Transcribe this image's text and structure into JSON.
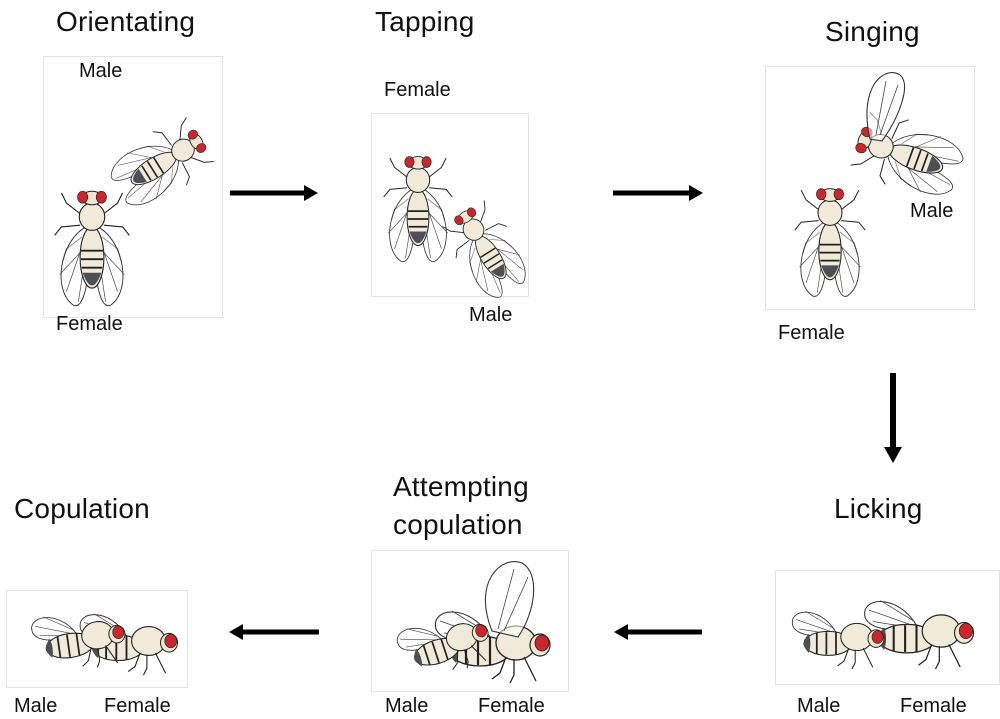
{
  "stages": {
    "orientating": {
      "title": "Orientating",
      "male": "Male",
      "female": "Female"
    },
    "tapping": {
      "title": "Tapping",
      "male": "Male",
      "female": "Female"
    },
    "singing": {
      "title": "Singing",
      "male": "Male",
      "female": "Female"
    },
    "licking": {
      "title": "Licking",
      "male": "Male",
      "female": "Female"
    },
    "attempting": {
      "title_line1": "Attempting",
      "title_line2": "copulation",
      "male": "Male",
      "female": "Female"
    },
    "copulation": {
      "title": "Copulation",
      "male": "Male",
      "female": "Female"
    }
  },
  "colors": {
    "eye": "#c9272c",
    "arrow": "#000000",
    "abdomen_dark": "#4c4f55"
  }
}
